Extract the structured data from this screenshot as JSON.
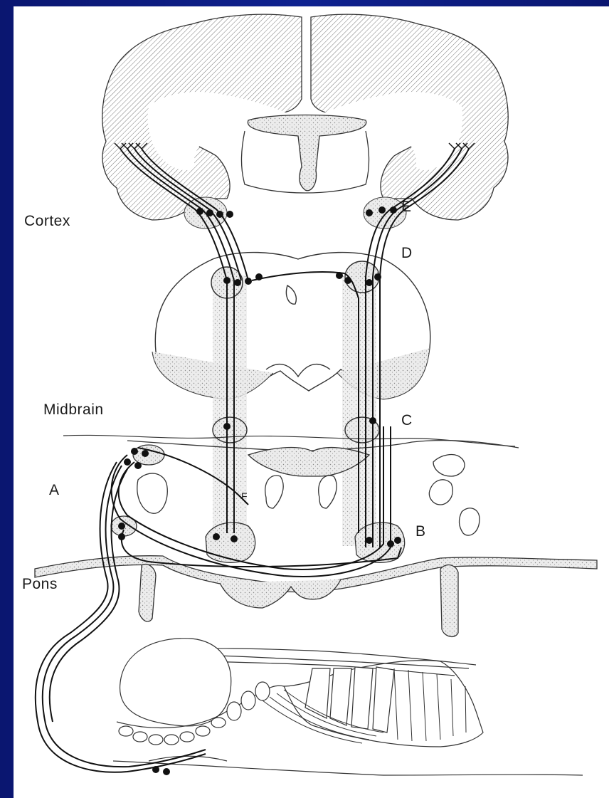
{
  "labels": {
    "cortex": "Cortex",
    "midbrain": "Midbrain",
    "pons": "Pons",
    "a": "A",
    "b": "B",
    "c": "C",
    "d": "D",
    "e": "E",
    "f": "F"
  },
  "colors": {
    "background": "#0b1a78",
    "panel": "#ffffff",
    "ink": "#1a1a1a",
    "stipple": "#d9d9d9"
  }
}
